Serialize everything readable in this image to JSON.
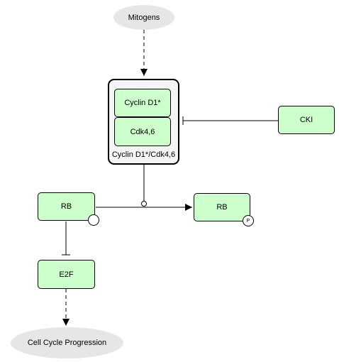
{
  "nodes": {
    "mitogens": "Mitogens",
    "cyclin_d1": "Cyclin D1*",
    "cdk46": "Cdk4,6",
    "complex": "Cyclin D1*/Cdk4,6",
    "cki": "CKI",
    "rb": "RB",
    "rb_p": "RB",
    "rb_p_state": "P",
    "e2f": "E2F",
    "cell_cycle": "Cell Cycle Progression"
  },
  "colors": {
    "entity_fill": "#ccffcc",
    "phenotype_fill": "#e6e6e6",
    "complex_fill": "#f5f5f5",
    "line": "#000000"
  }
}
